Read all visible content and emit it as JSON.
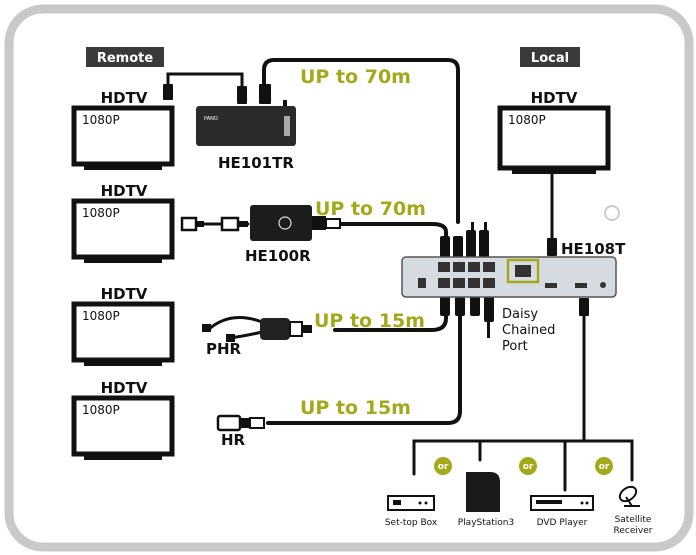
{
  "labels": {
    "remote": "Remote",
    "local": "Local",
    "hdtv": "HDTV",
    "res": "1080P"
  },
  "distances": {
    "d1": "UP to 70m",
    "d2": "UP to 70m",
    "d3": "UP to 15m",
    "d4": "UP to 15m"
  },
  "models": {
    "he101tr": "HE101TR",
    "he100r": "HE100R",
    "phr": "PHR",
    "hr": "HR",
    "he108t": "HE108T"
  },
  "daisy": [
    "Daisy",
    "Chained",
    "Port"
  ],
  "or": "or",
  "sources": {
    "stb": "Set-top Box",
    "ps3": "PlayStation3",
    "dvd": "DVD Player",
    "sat1": "Satellite",
    "sat2": "Receiver"
  },
  "colors": {
    "accent": "#a3a91a",
    "frame": "#c9c9c9",
    "tag": "#3a3a3a",
    "switch": "#d5dbe0"
  }
}
